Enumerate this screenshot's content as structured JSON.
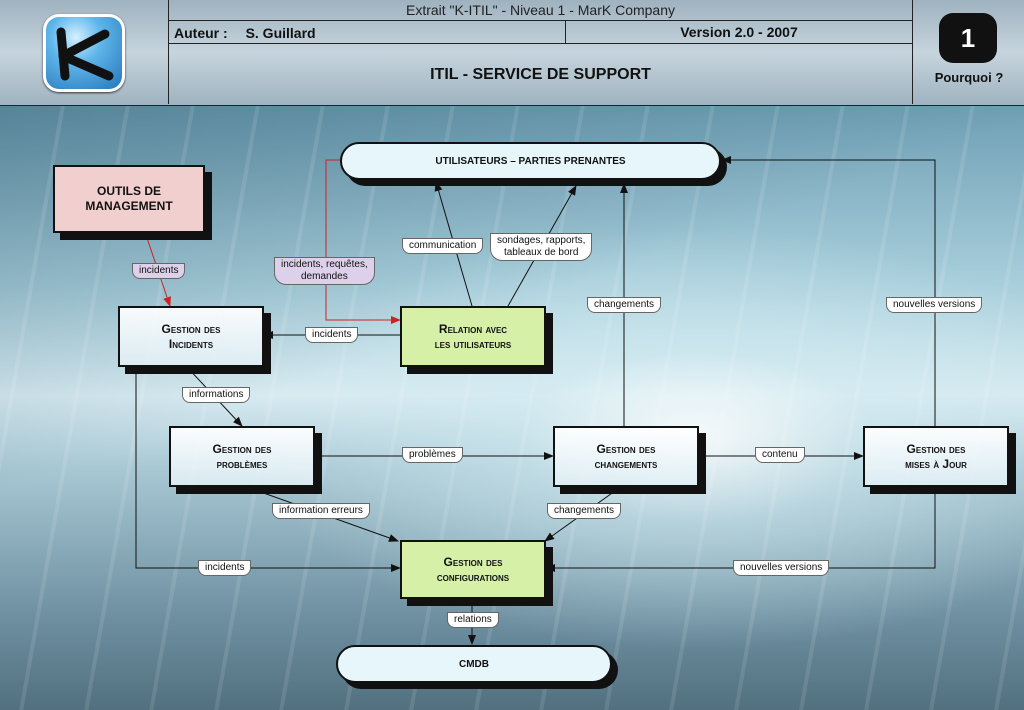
{
  "header": {
    "extract_title": "Extrait \"K-ITIL\" - Niveau 1 - MarK Company",
    "author_label": "Auteur :",
    "author_name": "S. Guillard",
    "version": "Version 2.0 - 2007",
    "main_title": "ITIL - SERVICE DE SUPPORT",
    "badge_number": "1",
    "why_link": "Pourquoi ?"
  },
  "nodes": {
    "utilisateurs": "UTILISATEURS – PARTIES PRENANTES",
    "outils_line1": "OUTILS DE",
    "outils_line2": "MANAGEMENT",
    "incidents_line1": "Gestion des",
    "incidents_line2": "Incidents",
    "relation_line1": "Relation avec",
    "relation_line2": "les utilisateurs",
    "problemes_line1": "Gestion des",
    "problemes_line2": "problèmes",
    "changements_line1": "Gestion des",
    "changements_line2": "changements",
    "misesajour_line1": "Gestion des",
    "misesajour_line2": "mises à Jour",
    "configurations_line1": "Gestion des",
    "configurations_line2": "configurations",
    "cmdb": "CMDB"
  },
  "edges": {
    "outils_incidents": "incidents",
    "user_relation_line1": "incidents, requêtes,",
    "user_relation_line2": "demandes",
    "communication": "communication",
    "sondages_line1": "sondages, rapports,",
    "sondages_line2": "tableaux de bord",
    "relation_incidents": "incidents",
    "changements_users": "changements",
    "nouvelles_versions_up": "nouvelles versions",
    "informations": "informations",
    "problemes": "problèmes",
    "contenu": "contenu",
    "information_erreurs": "information erreurs",
    "changements_config": "changements",
    "incidents_config": "incidents",
    "nouvelles_versions_config": "nouvelles versions",
    "relations": "relations"
  },
  "colors": {
    "process_box": "#ffffff",
    "relation_box": "#d6f0a8",
    "outils_box": "#f1cfcf",
    "red_link": "#cc2222",
    "label_purple": "#ddd0ea"
  }
}
